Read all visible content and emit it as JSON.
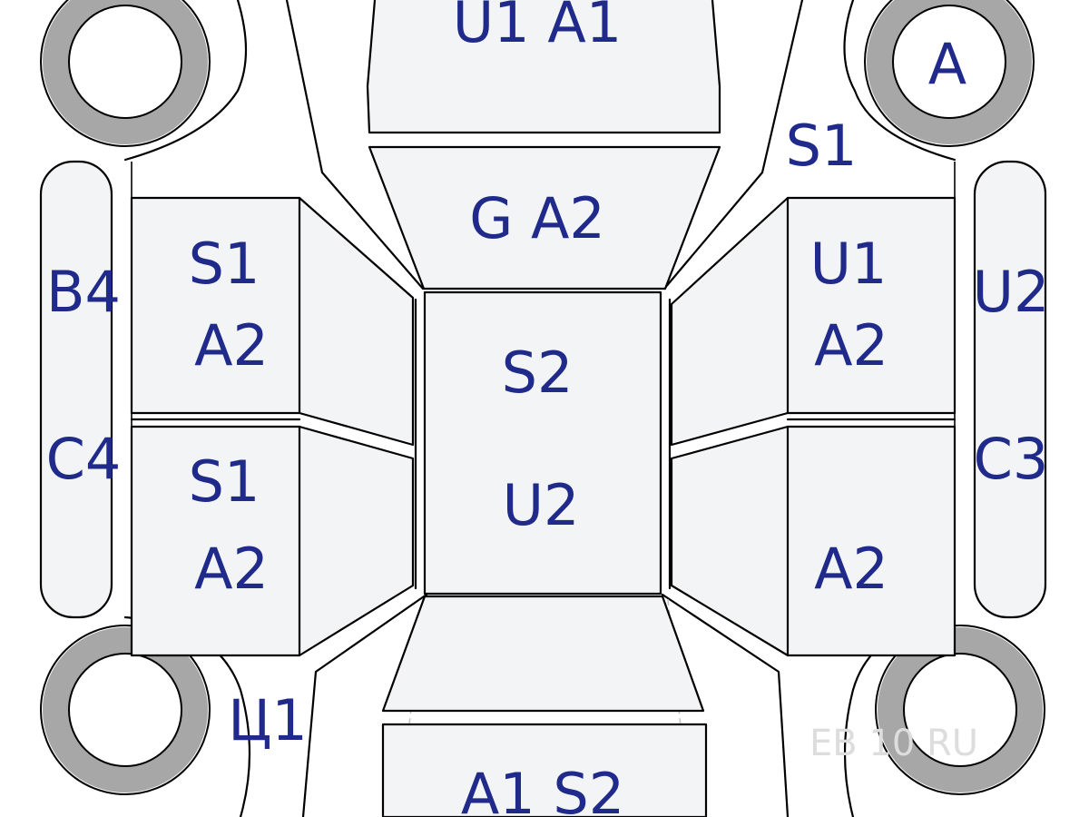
{
  "colors": {
    "label": "#1f2a8a",
    "tire": "#a7a7a7",
    "panel": "#f2f4f6",
    "line": "#000000",
    "watermark": "#dddddd"
  },
  "labels": {
    "hood": "U1 A1",
    "windshield": "G A2",
    "roof_top": "S2",
    "roof_bottom": "U2",
    "right_front_fender": "S1",
    "wheel_right_front": "A",
    "left_front_door_top": "S1",
    "left_front_door_bottom": "A2",
    "left_rear_door_top": "S1",
    "left_rear_door_bottom": "A2",
    "right_front_door_top": "U1",
    "right_front_door_bottom": "A2",
    "right_rear_door": "A2",
    "left_sill_upper": "B4",
    "left_sill_lower": "C4",
    "right_sill_upper": "U2",
    "right_sill_lower": "C3",
    "left_rear_fender": "Ц1",
    "trunk": "A1 S2"
  },
  "watermark": "EB 10 RU"
}
